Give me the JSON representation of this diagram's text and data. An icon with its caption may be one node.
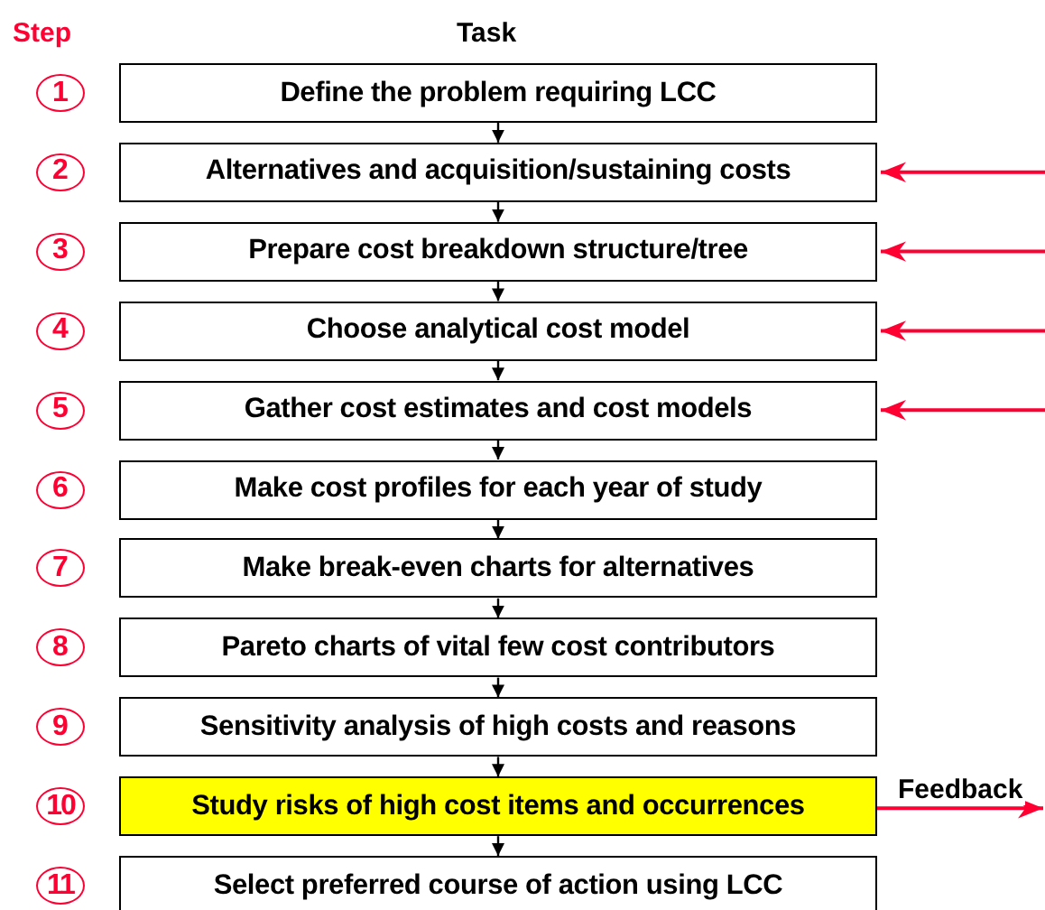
{
  "diagram": {
    "nodes": [
      {
        "text": [
          "1"
        ]
      },
      {
        "text": [
          "Define the problem requiring LCC"
        ]
      },
      {
        "text": [
          "2"
        ]
      },
      {
        "text": [
          "Alternatives and acquisition/sustaining costs"
        ]
      },
      {
        "text": [
          "3"
        ]
      },
      {
        "text": [
          "Prepare cost breakdown structure/tree"
        ]
      },
      {
        "text": [
          "4"
        ]
      },
      {
        "text": [
          "Choose analytical cost model"
        ]
      },
      {
        "text": [
          "5"
        ]
      },
      {
        "text": [
          "Gather cost estimates and cost models"
        ]
      },
      {
        "text": [
          "6"
        ]
      },
      {
        "text": [
          "Make cost profiles for each year of study"
        ]
      },
      {
        "text": [
          "7"
        ]
      },
      {
        "text": [
          "Make break-even charts for alternatives"
        ]
      },
      {
        "text": [
          "8"
        ]
      },
      {
        "text": [
          "Pareto charts of vital few cost contributors"
        ]
      },
      {
        "text": [
          "9"
        ]
      },
      {
        "text": [
          "Sensitivity analysis of high costs and reasons"
        ]
      },
      {
        "text": [
          "10"
        ]
      },
      {
        "text": [
          "Study risks of high cost items and occurrences"
        ]
      },
      {
        "text": [
          "11"
        ]
      },
      {
        "text": [
          "Select preferred course of action using LCC"
        ]
      }
    ],
    "edges": [
      {
        "from": 1,
        "to": 3,
        "arrow": "to"
      },
      {
        "from": 3,
        "to": 5,
        "arrow": "to"
      },
      {
        "from": 5,
        "to": 7,
        "arrow": "to"
      },
      {
        "from": 7,
        "to": 9,
        "arrow": "to"
      },
      {
        "from": 9,
        "to": 11,
        "arrow": "to"
      },
      {
        "from": 11,
        "to": 13,
        "arrow": "to"
      },
      {
        "from": 13,
        "to": 15,
        "arrow": "to"
      },
      {
        "from": 15,
        "to": 17,
        "arrow": "to"
      },
      {
        "from": 17,
        "to": 19,
        "arrow": "to"
      },
      {
        "from": 19,
        "to": 21,
        "arrow": "to"
      },
      {
        "from": null,
        "to": 3,
        "arrow": "to",
        "color": "#ff0033"
      },
      {
        "from": null,
        "to": 5,
        "arrow": "to",
        "color": "#ff0033"
      },
      {
        "from": null,
        "to": 7,
        "arrow": "to",
        "color": "#ff0033"
      },
      {
        "from": null,
        "to": 9,
        "arrow": "to",
        "color": "#ff0033"
      },
      {
        "from": 19,
        "to": null,
        "arrow": "to",
        "label": "Feedback",
        "color": "#ff0033"
      }
    ],
    "labels": [
      "Step",
      "Task"
    ]
  }
}
